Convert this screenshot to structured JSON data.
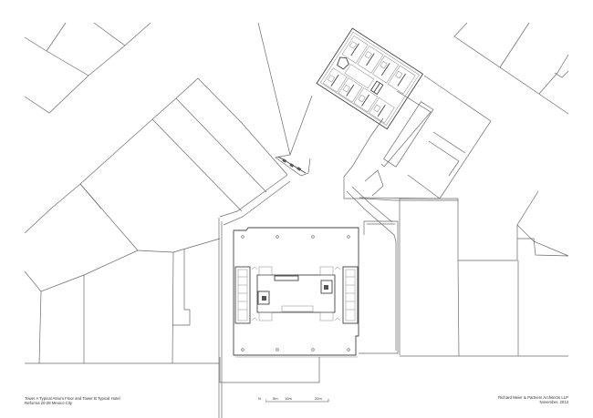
{
  "drawing": {
    "title_line1": "Tower A Typical Atrium Floor and Tower B Typical Hotel",
    "title_line2": "Reforma 20-28 Mexico City",
    "firm": "Richard Meier & Partners Architects LLP",
    "date": "November, 2013",
    "north_symbol": "N",
    "scale": {
      "ticks": [
        "5m",
        "10m",
        "20m"
      ]
    }
  },
  "colors": {
    "line": "#6a6a6a",
    "background": "#ffffff"
  }
}
